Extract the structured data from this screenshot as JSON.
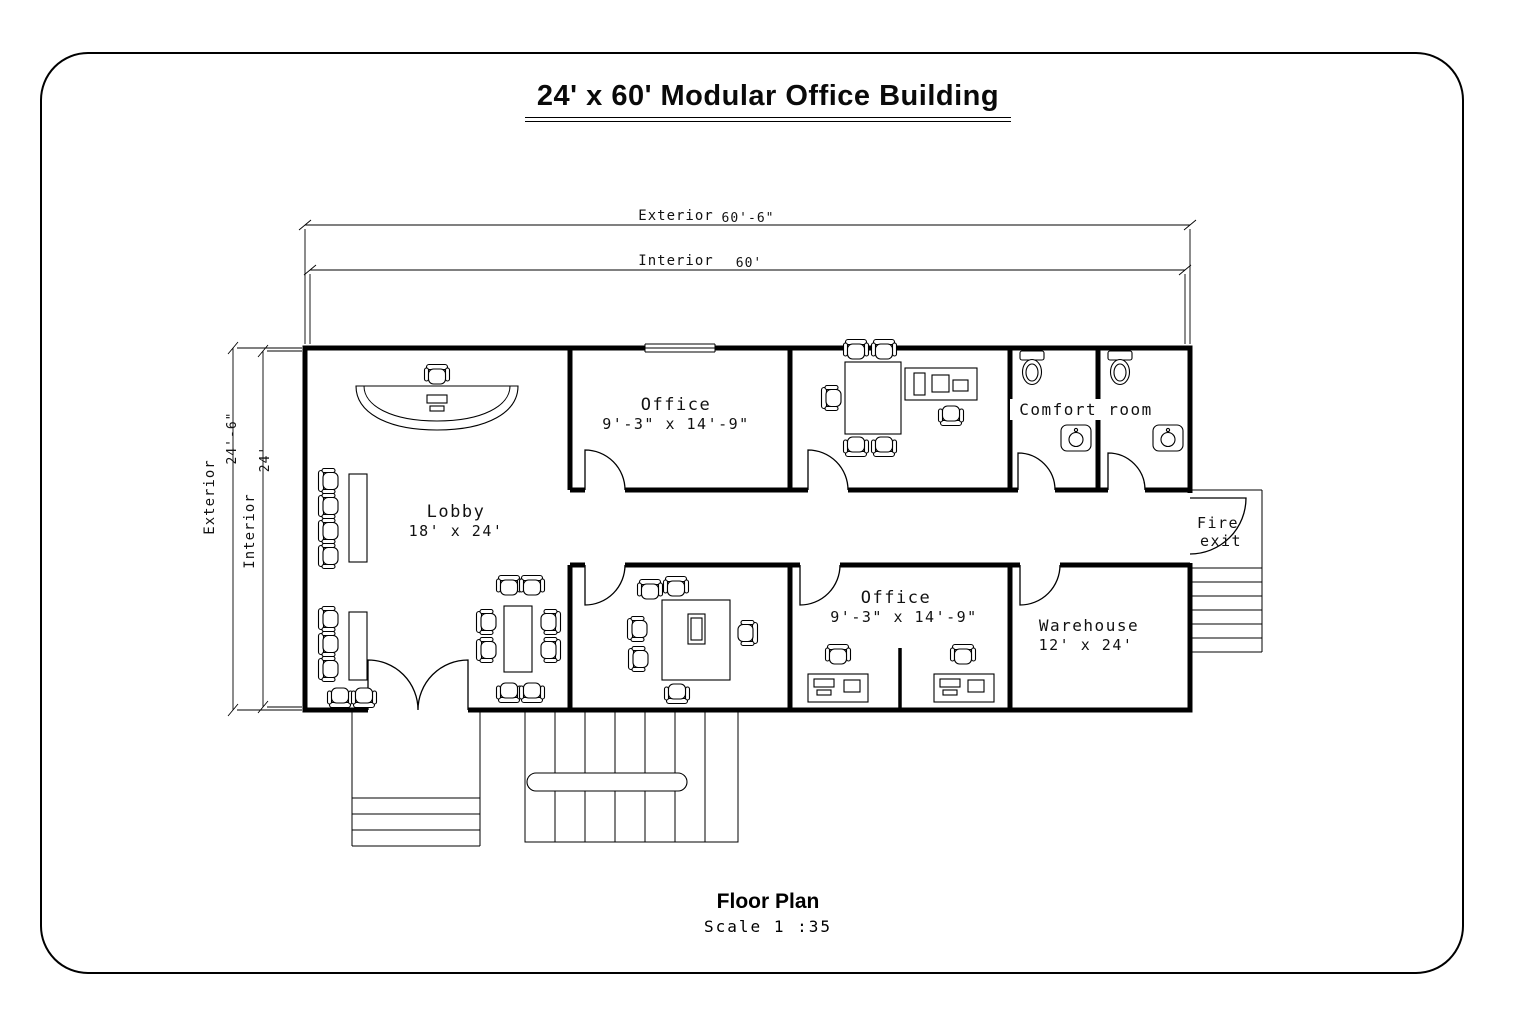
{
  "page": {
    "title": "24' x 60' Modular Office Building",
    "caption_title": "Floor Plan",
    "caption_scale": "Scale 1 :35"
  },
  "dimensions": {
    "top_exterior_label": "Exterior",
    "top_exterior_value": "60'-6\"",
    "top_interior_label": "Interior",
    "top_interior_value": "60'",
    "left_exterior_label": "Exterior",
    "left_exterior_value": "24'-6\"",
    "left_interior_label": "Interior",
    "left_interior_value": "24'"
  },
  "rooms": {
    "lobby": {
      "name": "Lobby",
      "size": "18' x 24'"
    },
    "office_top": {
      "name": "Office",
      "size": "9'-3\" x 14'-9\""
    },
    "office_bottom": {
      "name": "Office",
      "size": "9'-3\" x 14'-9\""
    },
    "comfort_room": {
      "name": "Comfort room"
    },
    "warehouse": {
      "name": "Warehouse",
      "size": "12' x 24'"
    },
    "fire_exit": {
      "line1": "Fire",
      "line2": "exit"
    }
  },
  "colors": {
    "line": "#000000",
    "background": "#ffffff"
  }
}
